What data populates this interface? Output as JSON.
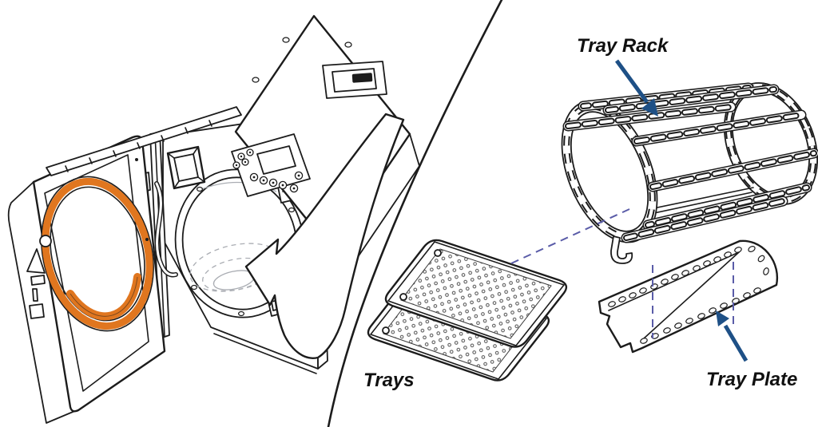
{
  "figure": {
    "labels": {
      "tray_rack": "Tray Rack",
      "trays": "Trays",
      "tray_plate": "Tray Plate"
    },
    "colors": {
      "background": "#ffffff",
      "line_art": "#1c1c1c",
      "gasket_orange": "#e0761f",
      "callout_arrow_navy": "#1e5086",
      "assembly_guide_dashed_blue": "#5a5ca8",
      "label_text": "#101010"
    }
  }
}
